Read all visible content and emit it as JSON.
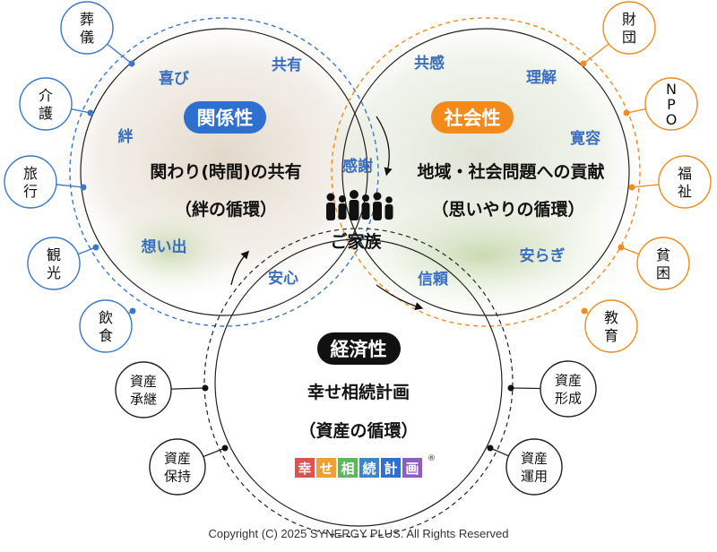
{
  "colors": {
    "blue": "#3a78c9",
    "orange": "#f08c1e",
    "black": "#1a1a1a",
    "blue_pill": "#2f6fd0",
    "orange_pill": "#f28a1c",
    "black_pill": "#111111",
    "logo_1": "#d9534f",
    "logo_2": "#f0a030",
    "logo_3": "#5cb85c",
    "logo_4": "#3a86c8",
    "logo_5": "#8e5cc8"
  },
  "relationship": {
    "title": "関係性",
    "line1": "関わり(時間)の共有",
    "line2": "（絆の循環）",
    "words": [
      "喜び",
      "共有",
      "絆",
      "想い出",
      "安心"
    ]
  },
  "social": {
    "title": "社会性",
    "line1": "地域・社会問題への貢献",
    "line2": "（思いやりの循環）",
    "words": [
      "共感",
      "理解",
      "寛容",
      "安らぎ",
      "信頼"
    ]
  },
  "economic": {
    "title": "経済性",
    "line1": "幸せ相続計画",
    "line2": "（資産の循環）",
    "logo_chars": [
      "幸",
      "せ",
      "相",
      "続",
      "計",
      "画"
    ],
    "logo_mark": "®"
  },
  "center": {
    "word": "感謝",
    "family": "ご家族"
  },
  "left_nodes": [
    [
      "葬",
      "儀"
    ],
    [
      "介",
      "護"
    ],
    [
      "旅",
      "行"
    ],
    [
      "観",
      "光"
    ],
    [
      "飲",
      "食"
    ]
  ],
  "right_nodes": [
    [
      "財",
      "団"
    ],
    [
      "N",
      "P",
      "O"
    ],
    [
      "福",
      "祉"
    ],
    [
      "貧",
      "困"
    ],
    [
      "教",
      "育"
    ]
  ],
  "bottom_left_nodes": [
    [
      "資産",
      "承継"
    ],
    [
      "資産",
      "保持"
    ]
  ],
  "bottom_right_nodes": [
    [
      "資産",
      "形成"
    ],
    [
      "資産",
      "運用"
    ]
  ],
  "copyright": "Copyright (C) 2025 SYNERGY PLUS. All Rights Reserved"
}
